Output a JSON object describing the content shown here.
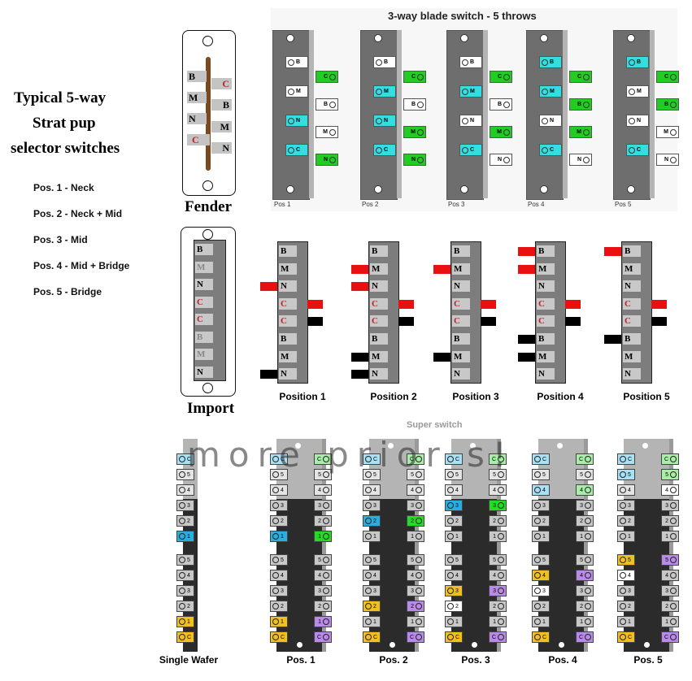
{
  "heading": {
    "line1": "Typical 5-way",
    "line2": "Strat pup",
    "line3": "selector switches"
  },
  "legend": [
    "Pos. 1 - Neck",
    "Pos. 2 - Neck + Mid",
    "Pos. 3 - Mid",
    "Pos. 4 - Mid + Bridge",
    "Pos. 5 - Bridge"
  ],
  "fender": {
    "caption": "Fender",
    "left_tabs": [
      "B",
      "M",
      "N",
      "C"
    ],
    "right_tabs": [
      "C",
      "B",
      "M",
      "N"
    ]
  },
  "import": {
    "caption": "Import",
    "tabs": [
      "B",
      "M",
      "N",
      "C",
      "C",
      "B",
      "M",
      "N"
    ]
  },
  "blade_section": {
    "title": "3-way blade switch - 5 throws",
    "colors": {
      "active_left": "#33dde0",
      "active_right": "#22cc22",
      "inactive": "#ffffff"
    },
    "positions": [
      {
        "caption": "Pos 1",
        "left": [
          {
            "label": "B",
            "active": false
          },
          {
            "label": "M",
            "active": false
          },
          {
            "label": "N",
            "active": true
          },
          {
            "label": "C",
            "active": true
          }
        ],
        "right": [
          {
            "label": "C",
            "active": true
          },
          {
            "label": "B",
            "active": false
          },
          {
            "label": "M",
            "active": false
          },
          {
            "label": "N",
            "active": true
          }
        ]
      },
      {
        "caption": "Pos 2",
        "left": [
          {
            "label": "B",
            "active": false
          },
          {
            "label": "M",
            "active": true
          },
          {
            "label": "N",
            "active": true
          },
          {
            "label": "C",
            "active": true
          }
        ],
        "right": [
          {
            "label": "C",
            "active": true
          },
          {
            "label": "B",
            "active": false
          },
          {
            "label": "M",
            "active": true
          },
          {
            "label": "N",
            "active": true
          }
        ]
      },
      {
        "caption": "Pos 3",
        "left": [
          {
            "label": "B",
            "active": false
          },
          {
            "label": "M",
            "active": true
          },
          {
            "label": "N",
            "active": false
          },
          {
            "label": "C",
            "active": true
          }
        ],
        "right": [
          {
            "label": "C",
            "active": true
          },
          {
            "label": "B",
            "active": false
          },
          {
            "label": "M",
            "active": true
          },
          {
            "label": "N",
            "active": false
          }
        ]
      },
      {
        "caption": "Pos 4",
        "left": [
          {
            "label": "B",
            "active": true
          },
          {
            "label": "M",
            "active": true
          },
          {
            "label": "N",
            "active": false
          },
          {
            "label": "C",
            "active": true
          }
        ],
        "right": [
          {
            "label": "C",
            "active": true
          },
          {
            "label": "B",
            "active": true
          },
          {
            "label": "M",
            "active": true
          },
          {
            "label": "N",
            "active": false
          }
        ]
      },
      {
        "caption": "Pos 5",
        "left": [
          {
            "label": "B",
            "active": true
          },
          {
            "label": "M",
            "active": false
          },
          {
            "label": "N",
            "active": false
          },
          {
            "label": "C",
            "active": true
          }
        ],
        "right": [
          {
            "label": "C",
            "active": true
          },
          {
            "label": "B",
            "active": true
          },
          {
            "label": "M",
            "active": false
          },
          {
            "label": "N",
            "active": false
          }
        ]
      }
    ]
  },
  "import_positions": {
    "colors": {
      "hot": "#e81010",
      "ground": "#000000"
    },
    "tabs": [
      "B",
      "M",
      "N",
      "C",
      "C",
      "B",
      "M",
      "N"
    ],
    "positions": [
      {
        "caption": "Position 1",
        "red_left": [
          "N"
        ],
        "black_left": [
          "N2"
        ]
      },
      {
        "caption": "Position 2",
        "red_left": [
          "M",
          "N"
        ],
        "black_left": [
          "M2",
          "N2"
        ]
      },
      {
        "caption": "Position 3",
        "red_left": [
          "M"
        ],
        "black_left": [
          "M2"
        ]
      },
      {
        "caption": "Position 4",
        "red_left": [
          "B",
          "M"
        ],
        "black_left": [
          "B2",
          "M2"
        ]
      },
      {
        "caption": "Position 5",
        "red_left": [
          "B"
        ],
        "black_left": [
          "B2"
        ]
      }
    ]
  },
  "super_section": {
    "title": "Super switch",
    "overlay_text": "more prior s!",
    "colors": {
      "blue": "#29aee0",
      "green": "#22dd22",
      "yellow": "#f0c020",
      "purple": "#b98ae8",
      "white": "#ffffff",
      "gray": "#c8c8c8",
      "faded": "#e4e4e4"
    },
    "rows": [
      "C",
      "5",
      "4",
      "3",
      "2",
      "1",
      "5",
      "4",
      "3",
      "2",
      "1",
      "C"
    ],
    "single_wafer": {
      "caption": "Single Wafer",
      "left": [
        "blue-faded",
        "faded",
        "faded",
        "gray",
        "gray",
        "blue",
        "gray",
        "gray",
        "gray",
        "gray",
        "yellow",
        "yellow"
      ]
    },
    "positions": [
      {
        "caption": "Pos. 1",
        "left": [
          "blue-faded",
          "faded",
          "faded",
          "gray",
          "gray",
          "blue",
          "gray",
          "gray",
          "gray",
          "gray",
          "yellow",
          "yellow"
        ],
        "right": [
          "green-faded",
          "faded",
          "faded",
          "gray",
          "gray",
          "green",
          "gray",
          "gray",
          "gray",
          "gray",
          "purple",
          "purple"
        ]
      },
      {
        "caption": "Pos. 2",
        "left": [
          "blue-faded",
          "faded",
          "faded",
          "gray",
          "blue",
          "gray",
          "gray",
          "gray",
          "gray",
          "yellow",
          "gray",
          "yellow"
        ],
        "right": [
          "green-faded",
          "faded",
          "faded",
          "gray",
          "green",
          "gray",
          "gray",
          "gray",
          "gray",
          "purple",
          "gray",
          "purple"
        ]
      },
      {
        "caption": "Pos. 3",
        "left": [
          "blue-faded",
          "faded",
          "faded",
          "blue",
          "gray",
          "gray",
          "gray",
          "gray",
          "yellow",
          "white",
          "gray",
          "yellow"
        ],
        "right": [
          "green-faded",
          "faded",
          "faded",
          "green",
          "gray",
          "gray",
          "gray",
          "gray",
          "purple",
          "gray",
          "gray",
          "purple"
        ]
      },
      {
        "caption": "Pos. 4",
        "left": [
          "blue-faded",
          "faded",
          "blue-faded",
          "gray",
          "gray",
          "gray",
          "gray",
          "yellow",
          "white",
          "gray",
          "gray",
          "yellow"
        ],
        "right": [
          "green-faded",
          "faded",
          "green-faded",
          "gray",
          "gray",
          "gray",
          "gray",
          "purple",
          "gray",
          "gray",
          "gray",
          "purple"
        ]
      },
      {
        "caption": "Pos. 5",
        "left": [
          "blue-faded",
          "blue-faded",
          "faded",
          "gray",
          "gray",
          "gray",
          "yellow",
          "white",
          "gray",
          "gray",
          "gray",
          "yellow"
        ],
        "right": [
          "green-faded",
          "green-faded",
          "white",
          "gray",
          "gray",
          "gray",
          "purple",
          "gray",
          "gray",
          "gray",
          "gray",
          "purple"
        ]
      }
    ]
  }
}
